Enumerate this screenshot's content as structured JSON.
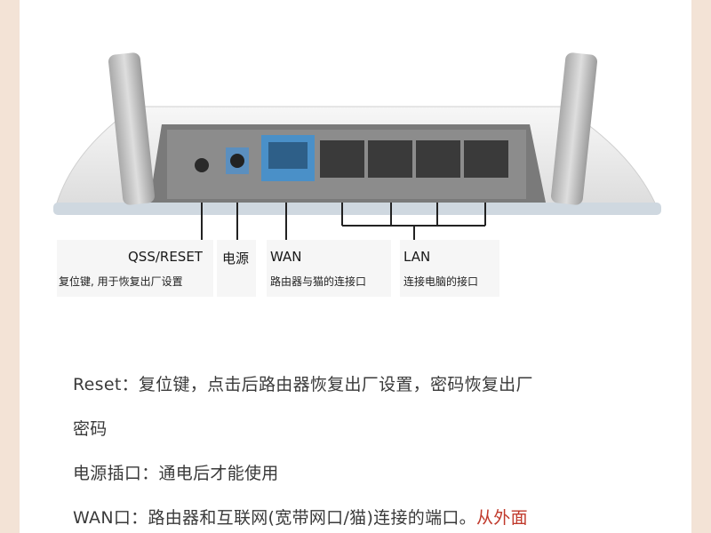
{
  "port_labels": {
    "qss": {
      "title": "QSS/RESET",
      "sub": "复位键, 用于恢复出厂设置"
    },
    "power": {
      "title": "电源"
    },
    "wan": {
      "title": "WAN",
      "sub": "路由器与猫的连接口"
    },
    "lan": {
      "title": "LAN",
      "sub": "连接电脑的接口"
    }
  },
  "description": {
    "line1": "Reset：复位键，点击后路由器恢复出厂设置，密码恢复出厂",
    "line2": "密码",
    "line3": "电源插口：通电后才能使用",
    "line4_main": "WAN口：路由器和互联网(宽带网口/猫)连接的端口。",
    "line4_red": "从外面"
  },
  "colors": {
    "wan_port": "#4a90c8",
    "lan_port": "#3a3a3a",
    "highlight_text": "#c0392b",
    "background": "#f3e3d6"
  }
}
